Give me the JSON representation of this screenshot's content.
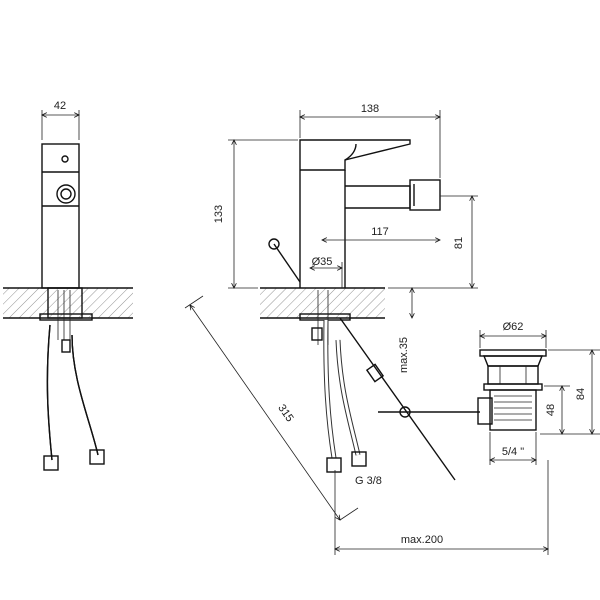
{
  "dimensions": {
    "front_width": "42",
    "side_length": "138",
    "height": "133",
    "spout_reach": "117",
    "spout_height": "81",
    "base_diameter": "Ø35",
    "max_thickness": "max.35",
    "hose_length": "315",
    "thread": "G 3/8",
    "drain_diameter": "Ø62",
    "drain_height_total": "84",
    "drain_height": "48",
    "drain_thread": "5/4 \"",
    "max_reach": "max.200"
  }
}
